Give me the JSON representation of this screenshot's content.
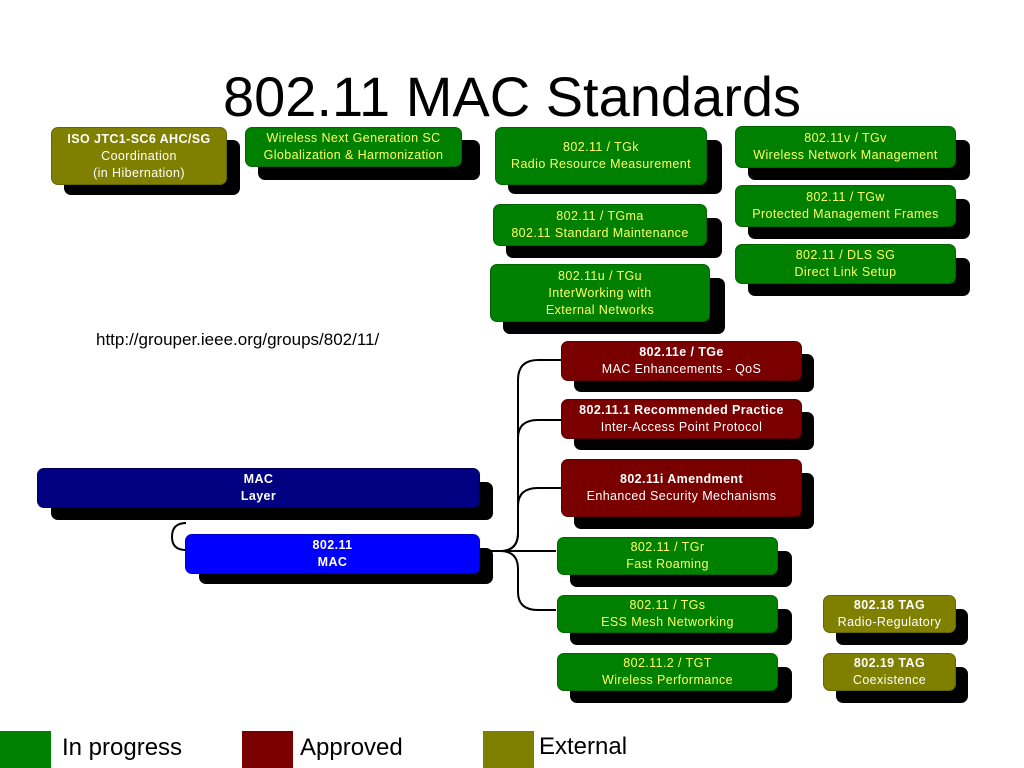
{
  "title": "802.11 MAC Standards",
  "url": "http://grouper.ieee.org/groups/802/11/",
  "colors": {
    "in_progress": "#008000",
    "approved": "#7a0000",
    "external": "#808000",
    "mac_layer": "#000080",
    "mac_802_11": "#0000ff",
    "text_green_box": "#ffff66"
  },
  "boxes": {
    "iso": {
      "line1": "ISO JTC1-SC6 AHC/SG",
      "line2": "Coordination",
      "line3": "(in Hibernation)"
    },
    "wng": {
      "line1": "Wireless Next Generation SC",
      "line2": "Globalization & Harmonization"
    },
    "tgk": {
      "line1": "802.11 / TGk",
      "line2": "Radio Resource Measurement"
    },
    "tgv": {
      "line1": "802.11v / TGv",
      "line2": "Wireless Network Management"
    },
    "tgma": {
      "line1": "802.11 / TGma",
      "line2": "802.11 Standard Maintenance"
    },
    "tgw": {
      "line1": "802.11 / TGw",
      "line2": "Protected Management Frames"
    },
    "dls": {
      "line1": "802.11 / DLS SG",
      "line2": "Direct Link Setup"
    },
    "tgu": {
      "line1": "802.11u / TGu",
      "line2": "InterWorking with",
      "line3": "External Networks"
    },
    "tge": {
      "line1": "802.11e / TGe",
      "line2": "MAC Enhancements - QoS"
    },
    "rp": {
      "line1": "802.11.1 Recommended Practice",
      "line2": "Inter-Access Point Protocol"
    },
    "tgi": {
      "line1": "802.11i Amendment",
      "line2": "Enhanced Security Mechanisms"
    },
    "mac_layer": {
      "line1": "MAC",
      "line2": "Layer"
    },
    "mac": {
      "line1": "802.11",
      "line2": "MAC"
    },
    "tgr": {
      "line1": "802.11 / TGr",
      "line2": "Fast Roaming"
    },
    "tgs": {
      "line1": "802.11 / TGs",
      "line2": "ESS Mesh Networking"
    },
    "tgt": {
      "line1": "802.11.2 / TGT",
      "line2": "Wireless Performance"
    },
    "tag18": {
      "line1": "802.18 TAG",
      "line2": "Radio-Regulatory"
    },
    "tag19": {
      "line1": "802.19 TAG",
      "line2": "Coexistence"
    }
  },
  "legend": {
    "in_progress": "In progress",
    "approved": "Approved",
    "external": "External"
  }
}
